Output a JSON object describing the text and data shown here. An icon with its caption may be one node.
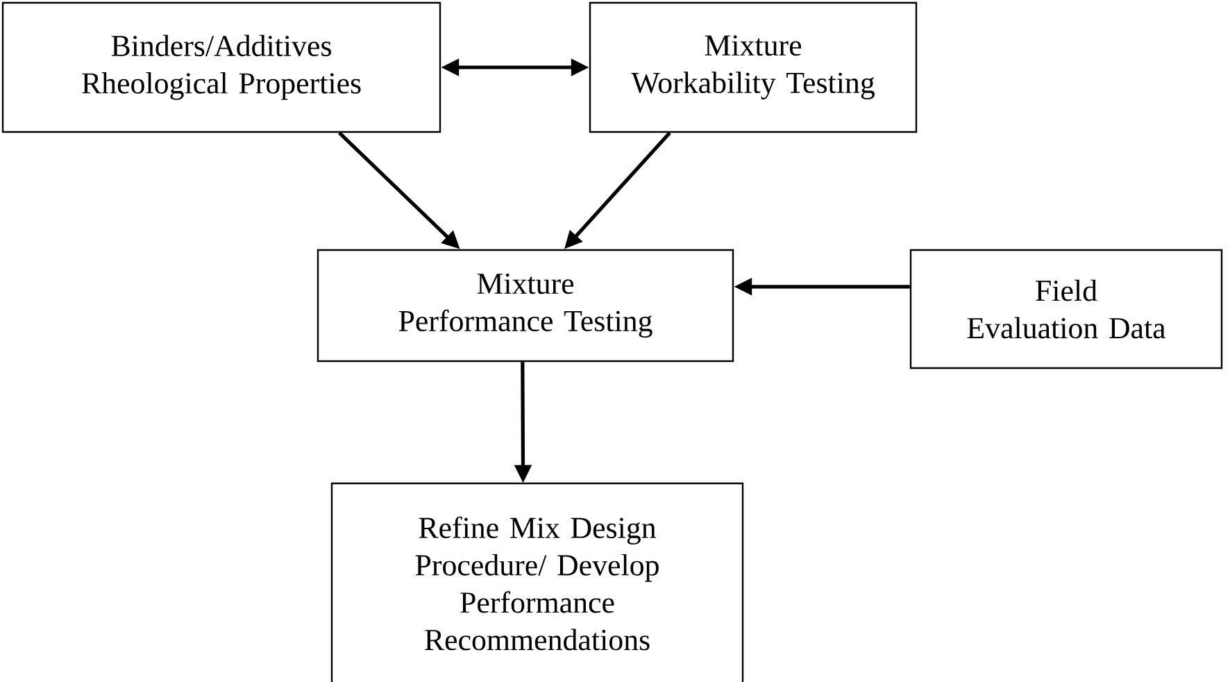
{
  "diagram": {
    "nodes": [
      {
        "text": [
          "Binders/Additives Rheological Properties"
        ]
      },
      {
        "text": [
          "Mixture Workability Testing"
        ]
      },
      {
        "text": [
          "Mixture Performance Testing"
        ]
      },
      {
        "text": [
          "Field Evaluation Data"
        ]
      },
      {
        "text": [
          "Refine Mix Design Procedure/ Develop Performance Recommendations"
        ]
      }
    ],
    "edges": [
      {
        "from": 0,
        "to": 1,
        "arrow": "both"
      },
      {
        "from": 0,
        "to": 2,
        "arrow": "to"
      },
      {
        "from": 1,
        "to": 2,
        "arrow": "to"
      },
      {
        "from": 3,
        "to": 2,
        "arrow": "to"
      },
      {
        "from": 2,
        "to": 4,
        "arrow": "to"
      }
    ]
  }
}
